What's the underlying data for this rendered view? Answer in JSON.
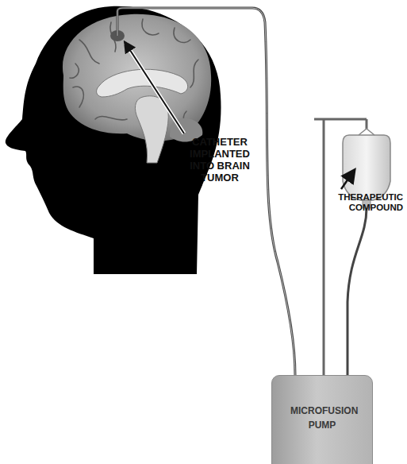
{
  "diagram": {
    "nodes": [
      {
        "text": [
          "MICROFUSION PUMP"
        ]
      }
    ],
    "labels": [
      "CATHETER IMPLANTED INTO BRAIN TUMOR",
      "THERAPEUTIC COMPOUND"
    ]
  }
}
